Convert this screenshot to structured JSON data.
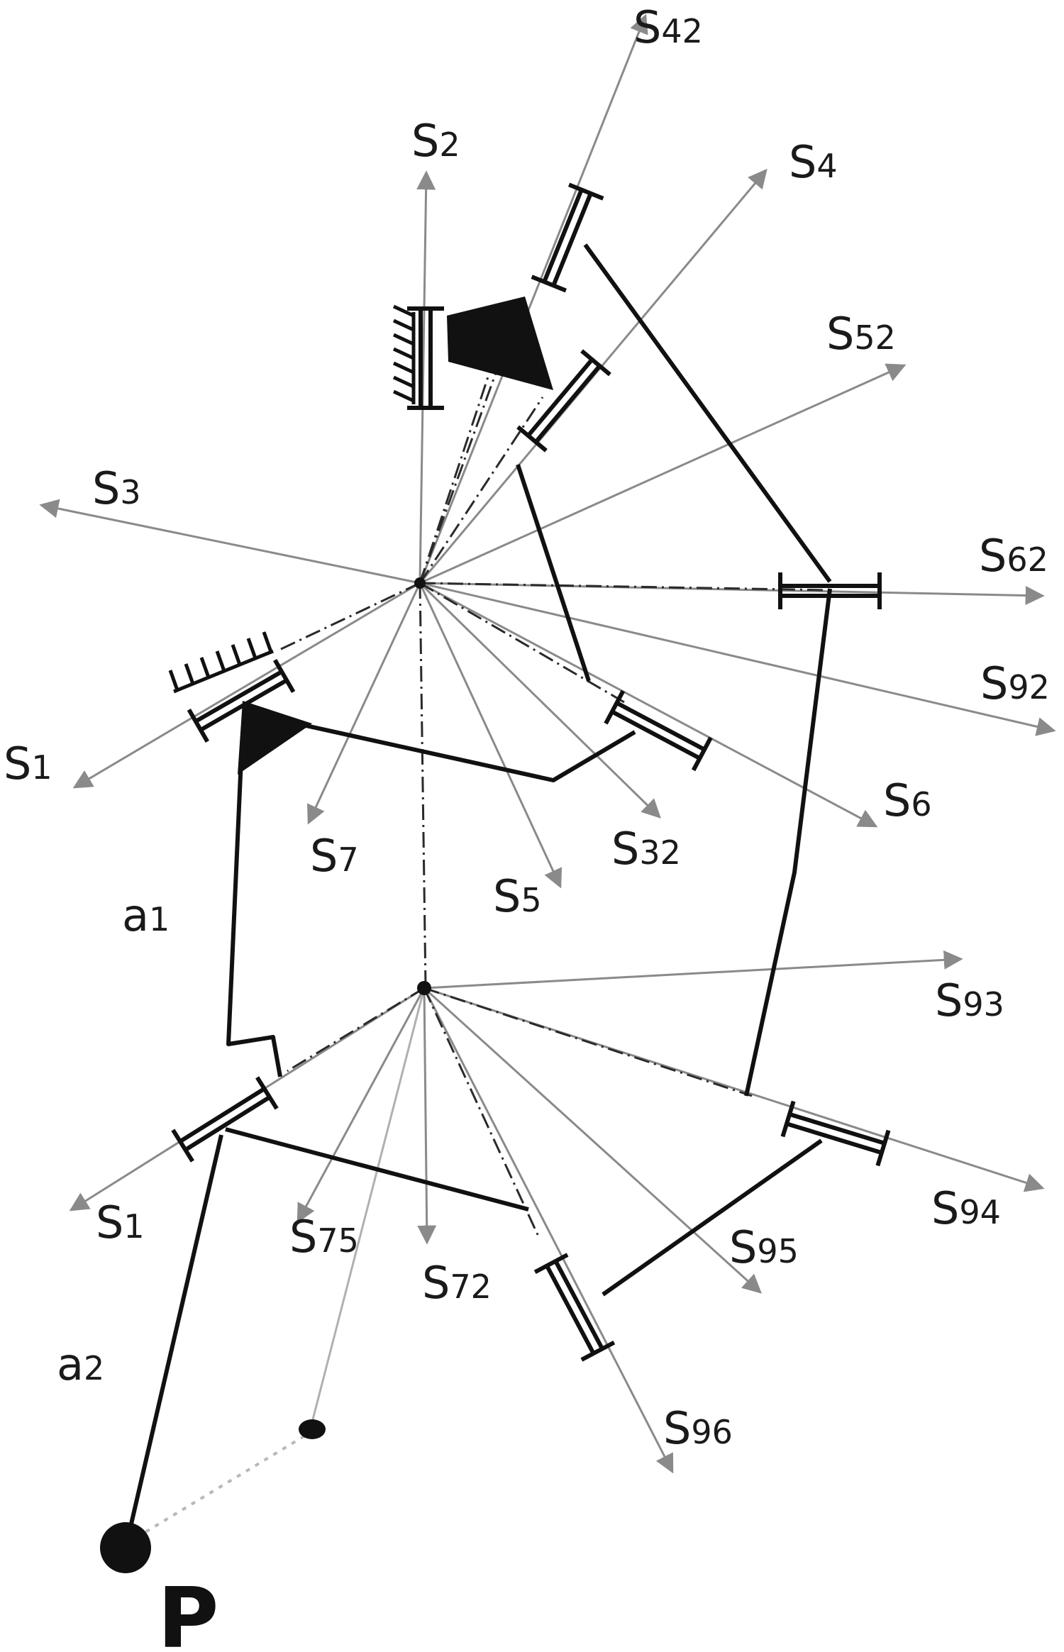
{
  "labels": {
    "s42": {
      "base": "S",
      "sub": "42"
    },
    "s2": {
      "base": "S",
      "sub": "2"
    },
    "s4": {
      "base": "S",
      "sub": "4"
    },
    "s52": {
      "base": "S",
      "sub": "52"
    },
    "s3": {
      "base": "S",
      "sub": "3"
    },
    "s62": {
      "base": "S",
      "sub": "62"
    },
    "s92": {
      "base": "S",
      "sub": "92"
    },
    "s1_top": {
      "base": "S",
      "sub": "1"
    },
    "s6": {
      "base": "S",
      "sub": "6"
    },
    "s7": {
      "base": "S",
      "sub": "7"
    },
    "s32": {
      "base": "S",
      "sub": "32"
    },
    "s5": {
      "base": "S",
      "sub": "5"
    },
    "a1": {
      "base": "a",
      "sub": "1"
    },
    "s93": {
      "base": "S",
      "sub": "93"
    },
    "s1_bottom": {
      "base": "S",
      "sub": "1"
    },
    "s75": {
      "base": "S",
      "sub": "75"
    },
    "s72": {
      "base": "S",
      "sub": "72"
    },
    "s95": {
      "base": "S",
      "sub": "95"
    },
    "s94": {
      "base": "S",
      "sub": "94"
    },
    "a2": {
      "base": "a",
      "sub": "2"
    },
    "s96": {
      "base": "S",
      "sub": "96"
    },
    "p": "P"
  }
}
